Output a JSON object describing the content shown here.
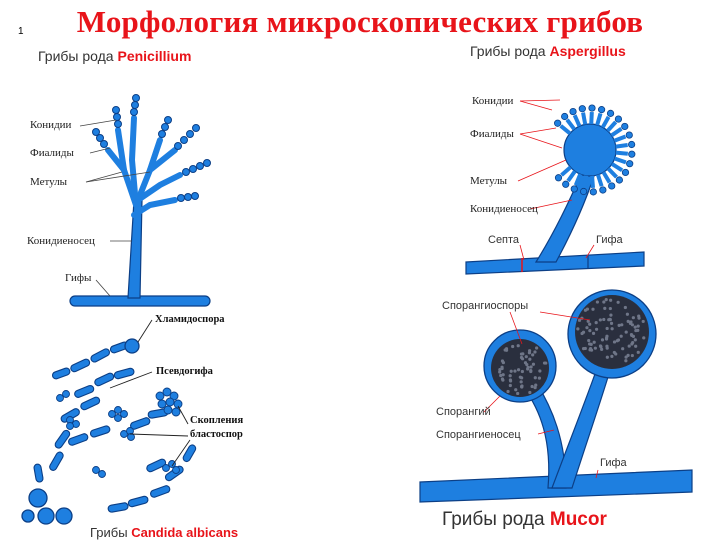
{
  "title": "Морфология микроскопических грибов",
  "corner_mark": "1",
  "colors": {
    "title": "#e8141a",
    "fungus": "#1e7fe0",
    "outline": "#0c3f86",
    "spore": "#2a2f3e"
  },
  "penicillium": {
    "caption_prefix": "Грибы рода",
    "caption_genus": "Penicillium",
    "labels": {
      "conidia": "Конидии",
      "phialides": "Фиалиды",
      "metulae": "Метулы",
      "conidiophore": "Конидиеносец",
      "hyphae": "Гифы"
    }
  },
  "aspergillus": {
    "caption_prefix": "Грибы рода",
    "caption_genus": "Aspergillus",
    "labels": {
      "conidia": "Конидии",
      "phialides": "Фиалиды",
      "metulae": "Метулы",
      "conidiophore": "Конидиеносец",
      "septum": "Септа",
      "hypha": "Гифа"
    }
  },
  "candida": {
    "caption_prefix": "Грибы",
    "caption_genus": "Candida albicans",
    "labels": {
      "chlamydospore": "Хламидоспора",
      "pseudohypha": "Псевдогифа",
      "clusters_line1": "Скопления",
      "clusters_line2": "бластоспор"
    }
  },
  "mucor": {
    "caption_prefix": "Грибы рода",
    "caption_genus": "Mucor",
    "labels": {
      "sporangiospores": "Спорангиоспоры",
      "sporangium": "Спорангий",
      "sporangiophore": "Спорангиеносец",
      "hypha": "Гифа"
    }
  }
}
